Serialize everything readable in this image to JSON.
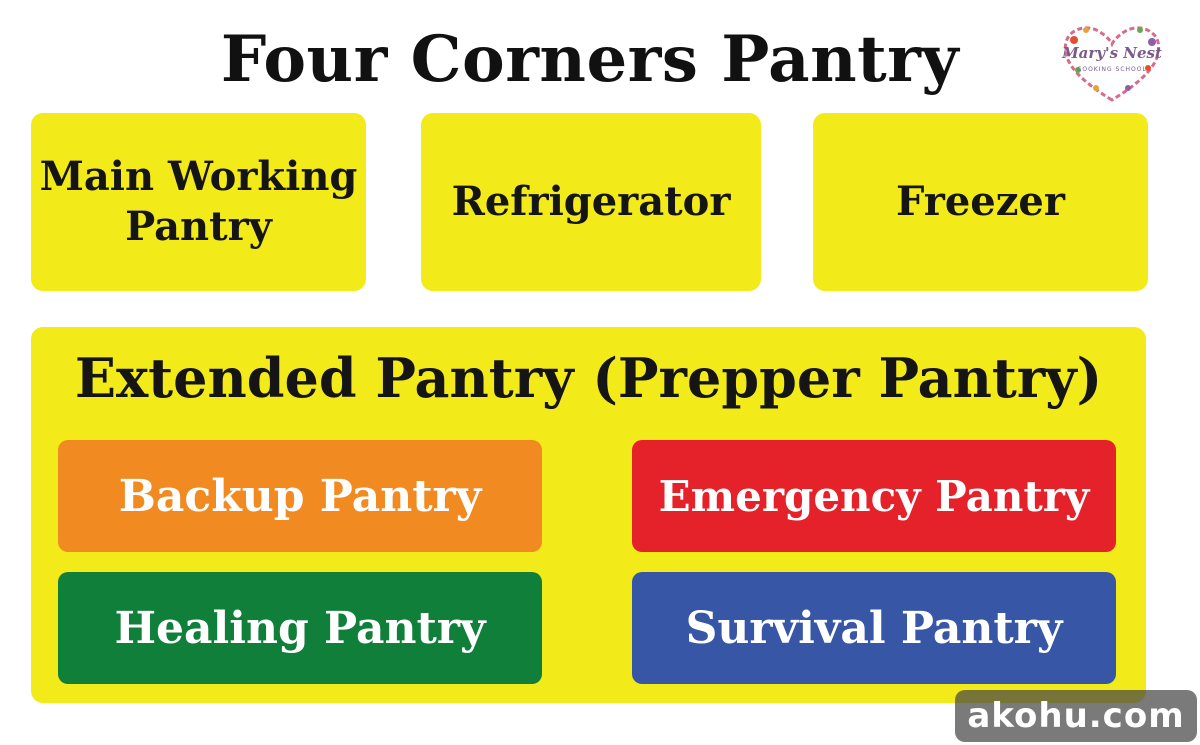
{
  "title": "Four Corners Pantry",
  "logo": {
    "text": "Mary's Nest",
    "subtext": "COOKING SCHOOL",
    "icon": "heart-wreath-logo"
  },
  "top_boxes": [
    {
      "lines": [
        "Main Working",
        "Pantry"
      ]
    },
    {
      "lines": [
        "Refrigerator"
      ]
    },
    {
      "lines": [
        "Freezer"
      ]
    }
  ],
  "extended": {
    "title": "Extended Pantry (Prepper Pantry)",
    "items": [
      {
        "label": "Backup Pantry",
        "color": "#f28a22"
      },
      {
        "label": "Emergency Pantry",
        "color": "#e52229"
      },
      {
        "label": "Healing Pantry",
        "color": "#0f7f3a"
      },
      {
        "label": "Survival Pantry",
        "color": "#3856a6"
      }
    ]
  },
  "colors": {
    "box_yellow": "#f3ea1a",
    "text_dark": "#151515"
  },
  "watermark": "akohu.com"
}
